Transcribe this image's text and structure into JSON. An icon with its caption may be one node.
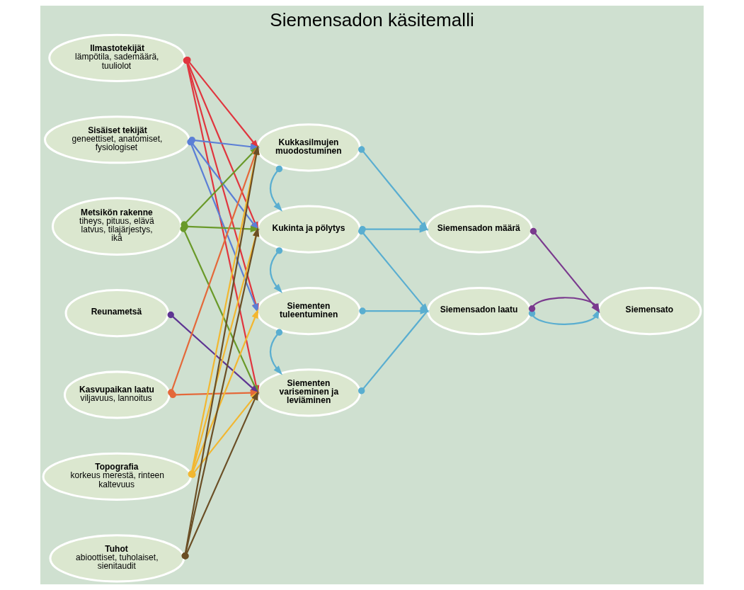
{
  "diagram": {
    "title": "Siemensadon käsitemalli",
    "nodes": [
      {
        "text": [
          "Ilmastotekijät",
          "lämpötila, sademäärä, tuuliolot"
        ]
      },
      {
        "text": [
          "Sisäiset tekijät",
          "geneettiset, anatomiset, fysiologiset"
        ]
      },
      {
        "text": [
          "Metsikön rakenne",
          "tiheys, pituus, elävä latvus, tilajärjestys, ikä"
        ]
      },
      {
        "text": [
          "Reunametsä"
        ]
      },
      {
        "text": [
          "Kasvupaikan laatu",
          "viljavuus, lannoitus"
        ]
      },
      {
        "text": [
          "Topografia",
          "korkeus merestä, rinteen kaltevuus"
        ]
      },
      {
        "text": [
          "Tuhot",
          "abioottiset, tuholaiset, sienitaudit"
        ]
      },
      {
        "text": [
          "Kukkasilmujen muodostuminen"
        ]
      },
      {
        "text": [
          "Kukinta ja pölytys"
        ]
      },
      {
        "text": [
          "Siementen tuleentuminen"
        ]
      },
      {
        "text": [
          "Siementen variseminen ja leviäminen"
        ]
      },
      {
        "text": [
          "Siemensadon määrä"
        ]
      },
      {
        "text": [
          "Siemensadon laatu"
        ]
      },
      {
        "text": [
          "Siemensato"
        ]
      }
    ],
    "edges": [
      {
        "from": 0,
        "to": 7,
        "arrow": "to",
        "color": "#e0363f"
      },
      {
        "from": 0,
        "to": 8,
        "arrow": "to",
        "color": "#e0363f"
      },
      {
        "from": 0,
        "to": 9,
        "arrow": "to",
        "color": "#e0363f"
      },
      {
        "from": 0,
        "to": 10,
        "arrow": "to",
        "color": "#e0363f"
      },
      {
        "from": 1,
        "to": 7,
        "arrow": "to",
        "color": "#5b7fd6"
      },
      {
        "from": 1,
        "to": 8,
        "arrow": "to",
        "color": "#5b7fd6"
      },
      {
        "from": 1,
        "to": 9,
        "arrow": "to",
        "color": "#5b7fd6"
      },
      {
        "from": 2,
        "to": 7,
        "arrow": "to",
        "color": "#6a9a2a"
      },
      {
        "from": 2,
        "to": 8,
        "arrow": "to",
        "color": "#6a9a2a"
      },
      {
        "from": 2,
        "to": 10,
        "arrow": "to",
        "color": "#6a9a2a"
      },
      {
        "from": 3,
        "to": 10,
        "arrow": "to",
        "color": "#5e3592"
      },
      {
        "from": 4,
        "to": 7,
        "arrow": "to",
        "color": "#e4693a"
      },
      {
        "from": 4,
        "to": 10,
        "arrow": "to",
        "color": "#e4693a"
      },
      {
        "from": 5,
        "to": 7,
        "arrow": "to",
        "color": "#f2b731"
      },
      {
        "from": 5,
        "to": 8,
        "arrow": "to",
        "color": "#f2b731"
      },
      {
        "from": 5,
        "to": 9,
        "arrow": "to",
        "color": "#f2b731"
      },
      {
        "from": 5,
        "to": 10,
        "arrow": "to",
        "color": "#f2b731"
      },
      {
        "from": 6,
        "to": 7,
        "arrow": "to",
        "color": "#6b4f26"
      },
      {
        "from": 6,
        "to": 8,
        "arrow": "to",
        "color": "#6b4f26"
      },
      {
        "from": 6,
        "to": 10,
        "arrow": "to",
        "color": "#6b4f26"
      },
      {
        "from": 7,
        "to": 8,
        "arrow": "to"
      },
      {
        "from": 8,
        "to": 9,
        "arrow": "to"
      },
      {
        "from": 9,
        "to": 10,
        "arrow": "to"
      },
      {
        "from": 7,
        "to": 11,
        "arrow": "to"
      },
      {
        "from": 8,
        "to": 11,
        "arrow": "to"
      },
      {
        "from": 8,
        "to": 12,
        "arrow": "to"
      },
      {
        "from": 9,
        "to": 12,
        "arrow": "to"
      },
      {
        "from": 10,
        "to": 12,
        "arrow": "other"
      },
      {
        "from": 11,
        "to": 13,
        "arrow": "to",
        "color": "#7a3a8e"
      },
      {
        "from": 12,
        "to": 13,
        "arrow": "to"
      },
      {
        "from": 12,
        "to": 13,
        "arrow": "to",
        "color": "#7a3a8e"
      }
    ]
  }
}
